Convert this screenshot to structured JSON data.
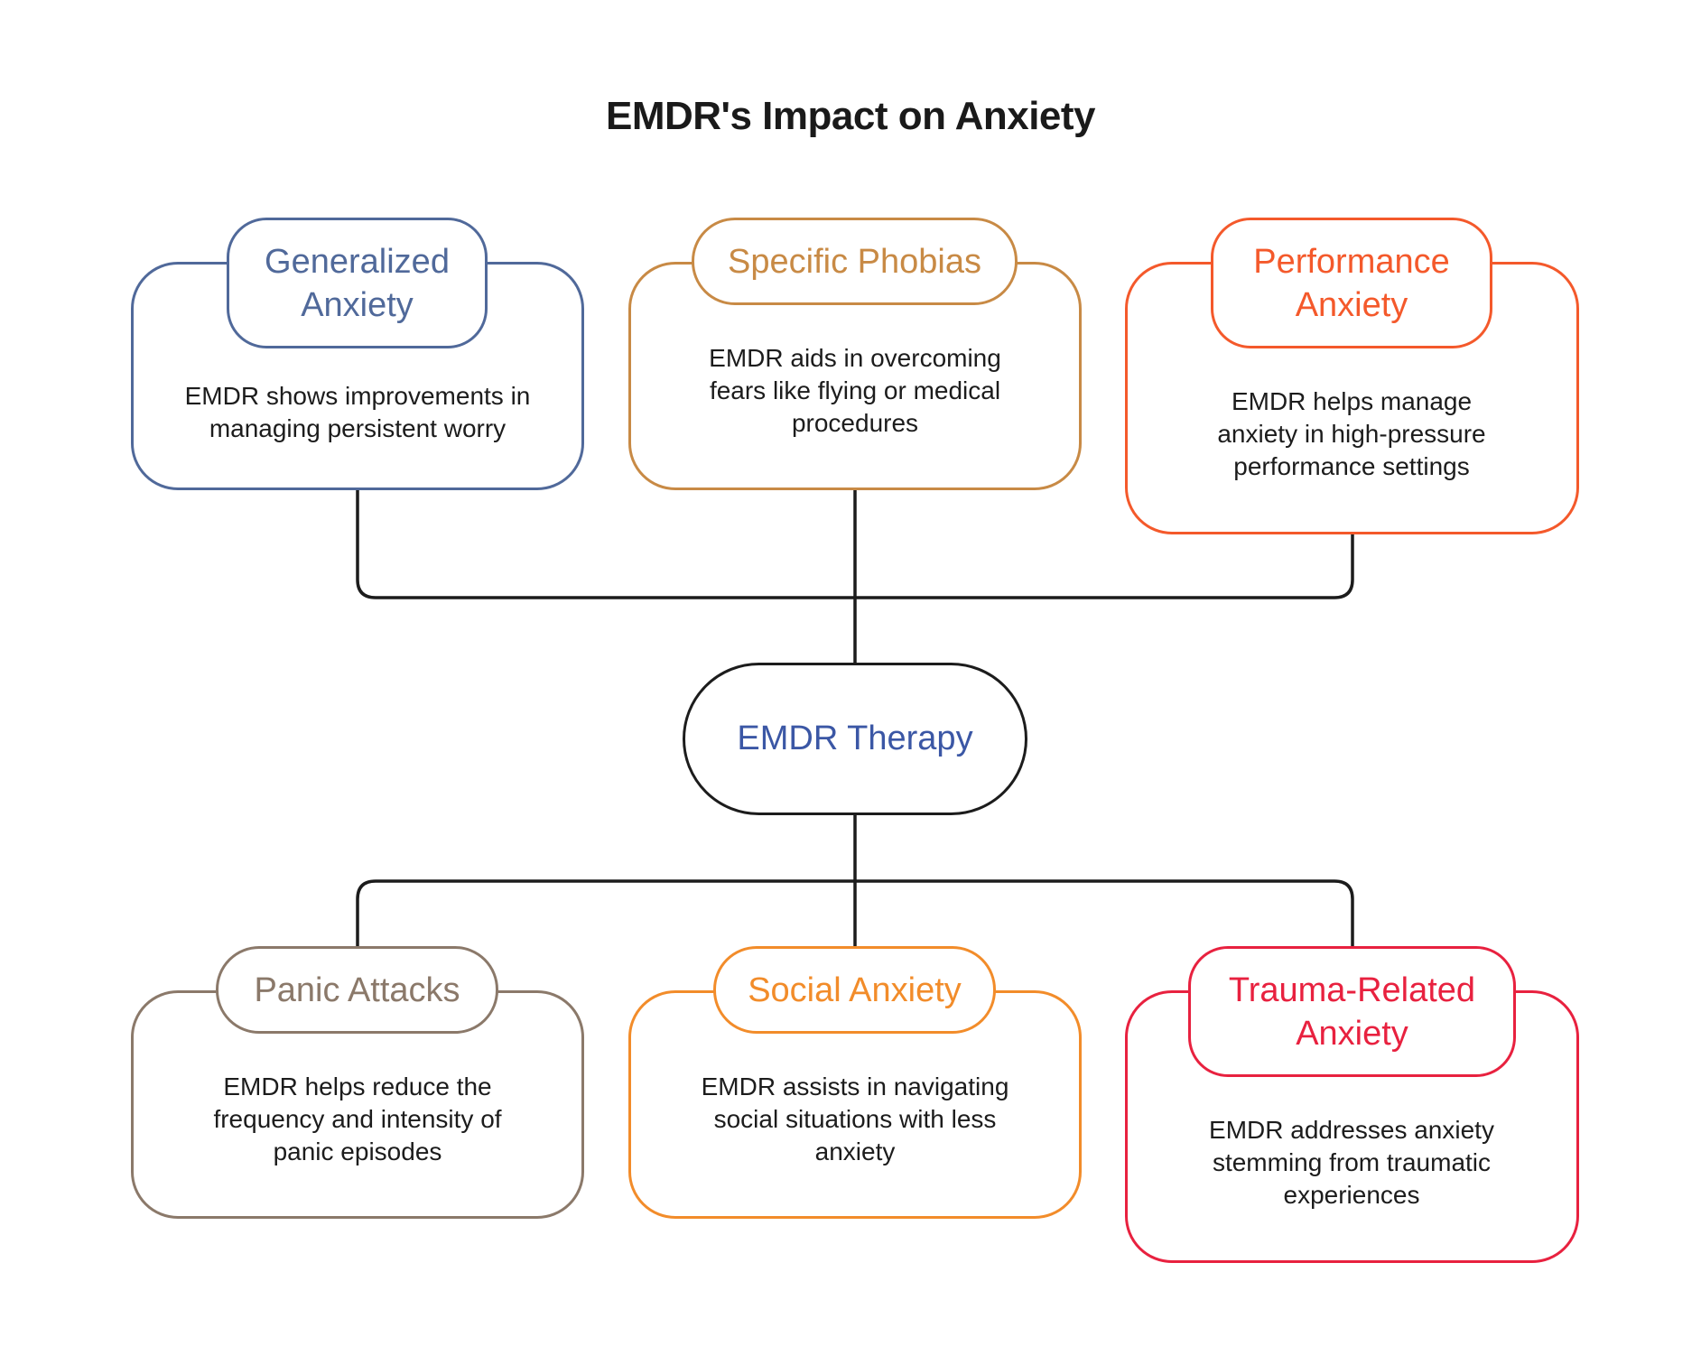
{
  "title": "EMDR's Impact on Anxiety",
  "center": {
    "label": "EMDR Therapy",
    "color": "#3b57a5"
  },
  "nodes": [
    {
      "id": "generalized-anxiety",
      "label": "Generalized Anxiety",
      "description": "EMDR shows improvements in managing persistent worry",
      "color": "#50699a"
    },
    {
      "id": "specific-phobias",
      "label": "Specific Phobias",
      "description": "EMDR aids in overcoming fears like flying or medical procedures",
      "color": "#c88a45"
    },
    {
      "id": "performance-anxiety",
      "label": "Performance Anxiety",
      "description": "EMDR helps manage anxiety in high-pressure performance settings",
      "color": "#f4592b"
    },
    {
      "id": "panic-attacks",
      "label": "Panic Attacks",
      "description": "EMDR helps reduce the frequency and intensity of panic episodes",
      "color": "#8b796a"
    },
    {
      "id": "social-anxiety",
      "label": "Social Anxiety",
      "description": "EMDR assists in navigating social situations with less anxiety",
      "color": "#f28c2a"
    },
    {
      "id": "trauma-related-anxiety",
      "label": "Trauma-Related Anxiety",
      "description": "EMDR addresses anxiety stemming from traumatic experiences",
      "color": "#e8213f"
    }
  ],
  "connector_color": "#1c1c1c"
}
